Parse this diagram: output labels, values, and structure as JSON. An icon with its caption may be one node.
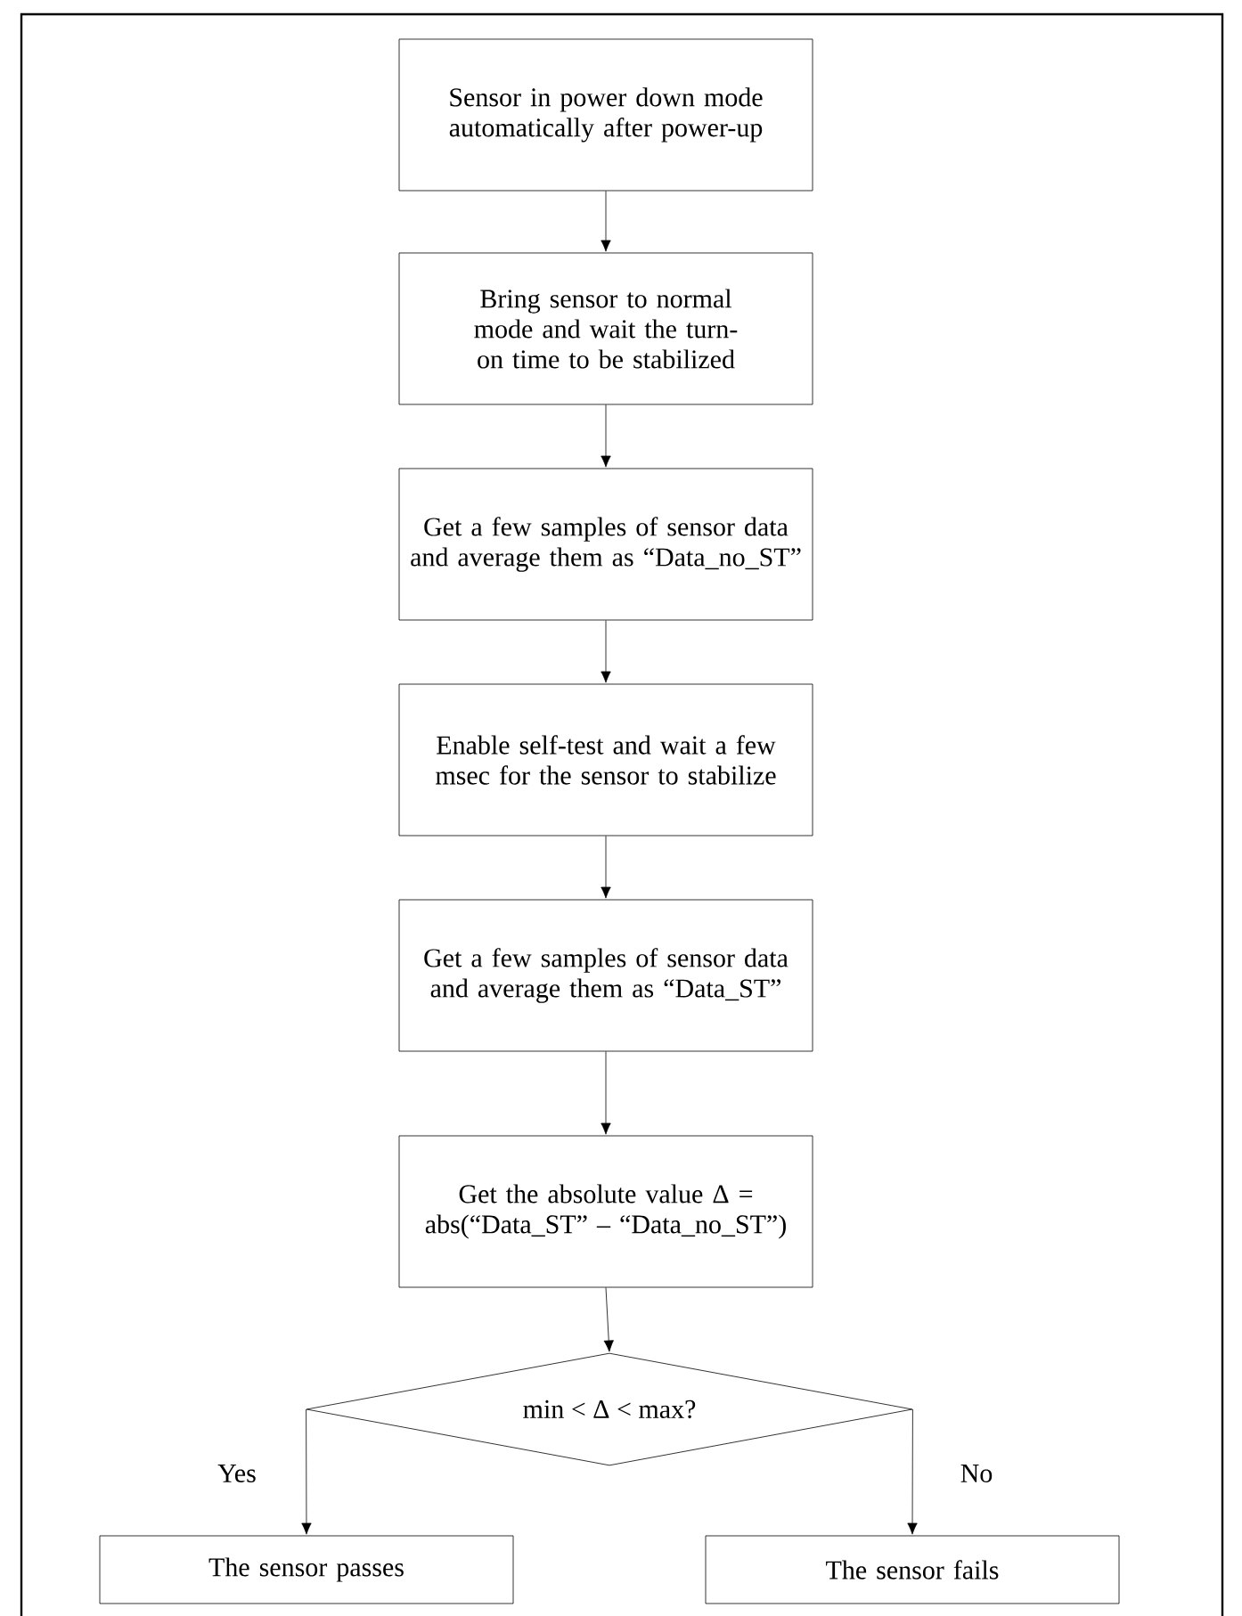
{
  "diagram": {
    "nodes": [
      {
        "text": [
          "Sensor in power down mode automatically after power-up"
        ]
      },
      {
        "text": [
          "Bring sensor to normal mode and wait the turn-on time to be stabilized"
        ]
      },
      {
        "text": [
          "Get a few samples of sensor data and average them as “Data_no_ST”"
        ]
      },
      {
        "text": [
          "Enable self-test and wait a few msec for the sensor to stabilize"
        ]
      },
      {
        "text": [
          "Get a few samples of sensor data and average them as “Data_ST”"
        ]
      },
      {
        "text": [
          "Get the absolute value Δ = abs(“Data_ST” – “Data_no_ST”)"
        ]
      },
      {
        "text": [
          "min < Δ < max?"
        ]
      },
      {
        "text": [
          "The sensor passes"
        ]
      },
      {
        "text": [
          "The sensor fails"
        ]
      }
    ],
    "edges": [
      {
        "from": 0,
        "to": 1,
        "arrow": "to"
      },
      {
        "from": 1,
        "to": 2,
        "arrow": "to"
      },
      {
        "from": 2,
        "to": 3,
        "arrow": "to"
      },
      {
        "from": 3,
        "to": 4,
        "arrow": "to"
      },
      {
        "from": 4,
        "to": 5,
        "arrow": "to"
      },
      {
        "from": 5,
        "to": 6,
        "arrow": "to"
      },
      {
        "from": 6,
        "to": 7,
        "arrow": "to",
        "label": "Yes"
      },
      {
        "from": 6,
        "to": 8,
        "arrow": "to",
        "label": "No"
      }
    ]
  }
}
